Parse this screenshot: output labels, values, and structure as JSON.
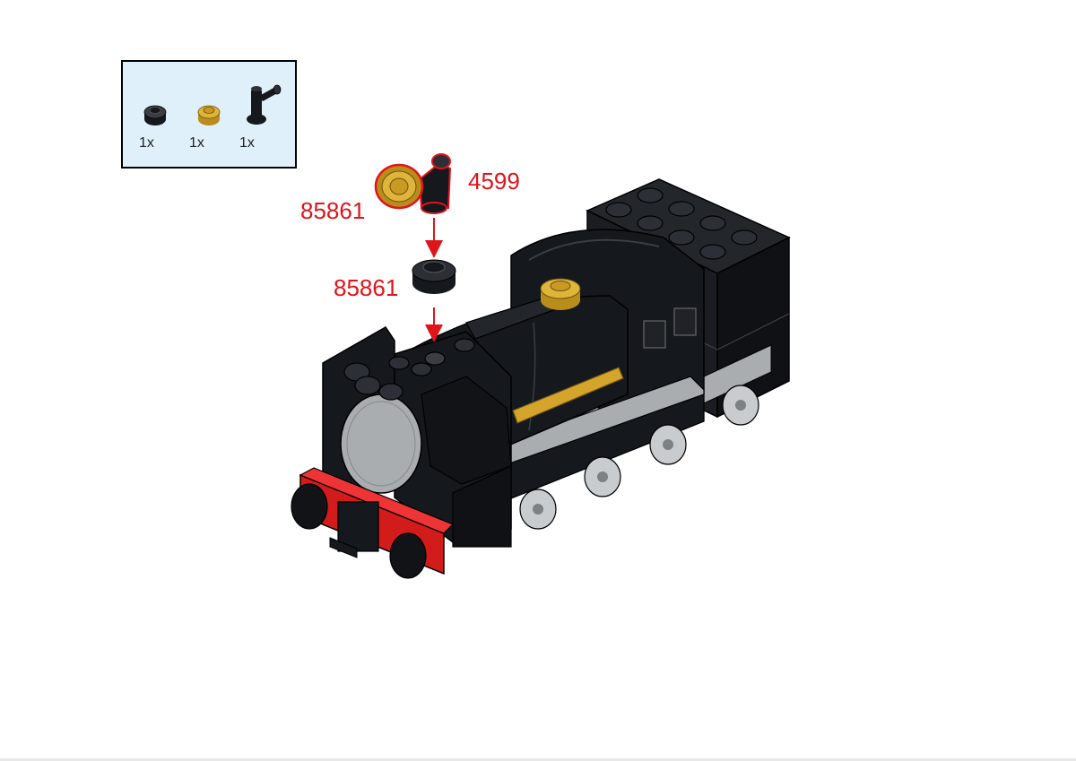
{
  "parts_list": {
    "items": [
      {
        "icon": "round-plate-black-icon",
        "color": "#1b1b1b",
        "quantity": "1x"
      },
      {
        "icon": "round-plate-gold-icon",
        "color": "#c9a227",
        "quantity": "1x"
      },
      {
        "icon": "bar-holder-clip-black-icon",
        "color": "#1b1b1b",
        "quantity": "1x"
      }
    ]
  },
  "callouts": {
    "upper_plate_part": "85861",
    "bar_holder_part": "4599",
    "lower_plate_part": "85861"
  },
  "colors": {
    "highlight": "#e0141b",
    "brick_black": "#15181c",
    "brick_gold": "#d4a52a",
    "brick_grey": "#a9adb0",
    "brick_red": "#d21b1b",
    "parts_box_bg": "#dff0fb"
  }
}
